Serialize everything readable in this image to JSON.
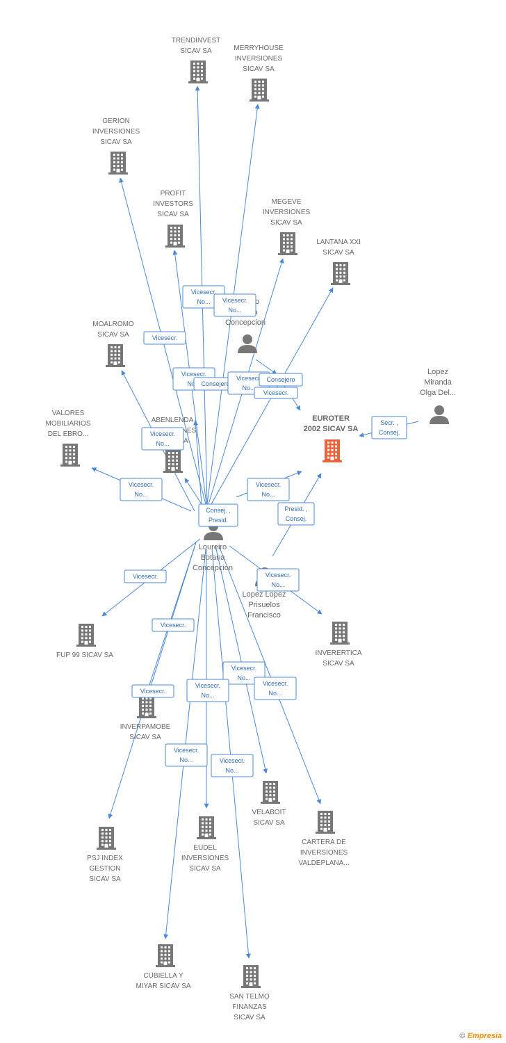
{
  "colors": {
    "edge": "#4a88d6",
    "node": "#777777",
    "focus": "#f0623a",
    "label": "#666666"
  },
  "nodes": [
    {
      "id": "trendinvest",
      "type": "company",
      "lines": [
        "TRENDINVEST",
        "SICAV SA"
      ]
    },
    {
      "id": "merryhouse",
      "type": "company",
      "lines": [
        "MERRYHOUSE",
        "INVERSIONES",
        "SICAV SA"
      ]
    },
    {
      "id": "gerion",
      "type": "company",
      "lines": [
        "GERION",
        "INVERSIONES",
        "SICAV SA"
      ]
    },
    {
      "id": "profit",
      "type": "company",
      "lines": [
        "PROFIT",
        "INVESTORS",
        "SICAV SA"
      ]
    },
    {
      "id": "megeve",
      "type": "company",
      "lines": [
        "MEGEVE",
        "INVERSIONES",
        "SICAV SA"
      ]
    },
    {
      "id": "lantana",
      "type": "company",
      "lines": [
        "LANTANA XXI",
        "SICAV SA"
      ]
    },
    {
      "id": "moalromo",
      "type": "company",
      "lines": [
        "MOALROMO",
        "SICAV SA"
      ]
    },
    {
      "id": "valores",
      "type": "company",
      "lines": [
        "VALORES",
        "MOBILIARIOS",
        "DEL EBRO..."
      ]
    },
    {
      "id": "abenlenda",
      "type": "company",
      "lines": [
        "ABENLENDA",
        "INVERSIONES",
        "SICAV SA"
      ]
    },
    {
      "id": "euroter",
      "type": "focus",
      "lines": [
        "EUROTER",
        "2002 SICAV SA"
      ]
    },
    {
      "id": "lopez_miranda",
      "type": "person",
      "lines": [
        "Lopez",
        "Miranda",
        "Olga Del..."
      ]
    },
    {
      "id": "person_top",
      "type": "person",
      "lines": [
        "Loureiro",
        "Botana",
        "Concepcion"
      ]
    },
    {
      "id": "loureiro",
      "type": "person",
      "lines": [
        "Loureiro",
        "Botana",
        "Concepcion"
      ]
    },
    {
      "id": "lopez_prisuelos",
      "type": "person",
      "lines": [
        "Lopez Lopez",
        "Prisuelos",
        "Francisco"
      ]
    },
    {
      "id": "fup99",
      "type": "company",
      "lines": [
        "FUP 99 SICAV SA"
      ]
    },
    {
      "id": "inverertica",
      "type": "company",
      "lines": [
        "INVERERTICA",
        "SICAV SA"
      ]
    },
    {
      "id": "inverpamobe",
      "type": "company",
      "lines": [
        "INVERPAMOBE",
        "SICAV SA"
      ]
    },
    {
      "id": "velaboit",
      "type": "company",
      "lines": [
        "VELABOIT",
        "SICAV SA"
      ]
    },
    {
      "id": "cartera",
      "type": "company",
      "lines": [
        "CARTERA DE",
        "INVERSIONES",
        "VALDEPLANA..."
      ]
    },
    {
      "id": "psj",
      "type": "company",
      "lines": [
        "PSJ INDEX",
        "GESTION",
        "SICAV SA"
      ]
    },
    {
      "id": "eudel",
      "type": "company",
      "lines": [
        "EUDEL",
        "INVERSIONES",
        "SICAV SA"
      ]
    },
    {
      "id": "cubiella",
      "type": "company",
      "lines": [
        "CUBIELLA Y",
        "MIYAR SICAV SA"
      ]
    },
    {
      "id": "santelmo",
      "type": "company",
      "lines": [
        "SAN TELMO",
        "FINANZAS",
        "SICAV SA"
      ]
    }
  ],
  "badges": [
    {
      "id": "b1",
      "lines": [
        "Vicesecr.",
        "No..."
      ]
    },
    {
      "id": "b2",
      "lines": [
        "Vicesecr.",
        "No..."
      ]
    },
    {
      "id": "b3",
      "lines": [
        "Vicesecr."
      ]
    },
    {
      "id": "b4",
      "lines": [
        "Vicesecr.",
        "No..."
      ]
    },
    {
      "id": "b5",
      "lines": [
        "Consejero"
      ]
    },
    {
      "id": "b6",
      "lines": [
        "Vicesecr.",
        "No..."
      ]
    },
    {
      "id": "b7",
      "lines": [
        "Consejero"
      ]
    },
    {
      "id": "b8",
      "lines": [
        "Vicesecr."
      ]
    },
    {
      "id": "b9",
      "lines": [
        "Vicesecr.",
        "No..."
      ]
    },
    {
      "id": "b10",
      "lines": [
        "Secr. ,",
        "Consej."
      ]
    },
    {
      "id": "b11",
      "lines": [
        "Vicesecr.",
        "No..."
      ]
    },
    {
      "id": "b12",
      "lines": [
        "Vicesecr.",
        "No..."
      ]
    },
    {
      "id": "b13",
      "lines": [
        "Consej. ,",
        "Presid."
      ]
    },
    {
      "id": "b14",
      "lines": [
        "Presid. ,",
        "Consej."
      ]
    },
    {
      "id": "b15",
      "lines": [
        "Vicesecr."
      ]
    },
    {
      "id": "b16",
      "lines": [
        "Vicesecr.",
        "No..."
      ]
    },
    {
      "id": "b17",
      "lines": [
        "Vicesecr."
      ]
    },
    {
      "id": "b18",
      "lines": [
        "Vicesecr.",
        "No..."
      ]
    },
    {
      "id": "b19",
      "lines": [
        "Vicesecr.",
        "No..."
      ]
    },
    {
      "id": "b20",
      "lines": [
        "Vicesecr.",
        "No..."
      ]
    },
    {
      "id": "b21",
      "lines": [
        "Vicesecr."
      ]
    },
    {
      "id": "b22",
      "lines": [
        "Vicesecr.",
        "No..."
      ]
    },
    {
      "id": "b23",
      "lines": [
        "Vicesecr.",
        "No..."
      ]
    }
  ],
  "footer": {
    "copyright": "©",
    "brand": "Empresia"
  }
}
